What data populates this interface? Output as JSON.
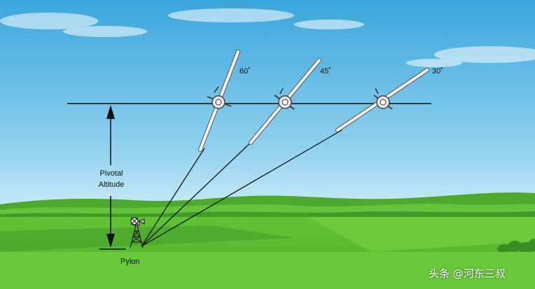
{
  "diagram": {
    "labels": {
      "angle_60": "60˚",
      "angle_45": "45˚",
      "angle_30": "30˚",
      "pivotal_line1": "Pivotal",
      "pivotal_line2": "Altitude",
      "pylon": "Pylon"
    },
    "watermark": "头条 @河东三叔",
    "colors": {
      "sky_top": "#3aa6dc",
      "sky_bottom": "#bfe6f5",
      "grass_dark": "#3f9a2a",
      "grass_mid": "#5cbc34",
      "grass_light": "#7bd13c",
      "line": "#111111",
      "wing": "#f4f4f4"
    }
  }
}
